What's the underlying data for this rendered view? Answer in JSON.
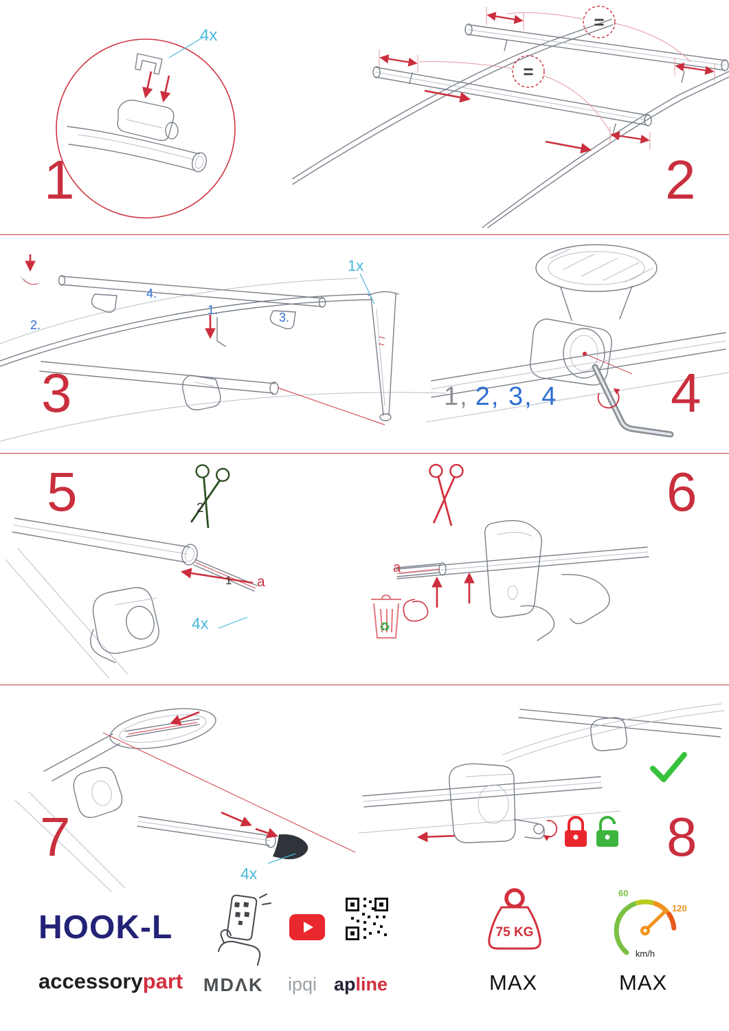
{
  "steps": {
    "s1": {
      "number": "1",
      "qty": "4x"
    },
    "s2": {
      "number": "2",
      "eq1": "=",
      "eq2": "="
    },
    "s3": {
      "number": "3",
      "qty": "1x",
      "sub1": "1.",
      "sub2": "2.",
      "sub3": "3.",
      "sub4": "4."
    },
    "s4": {
      "number": "4",
      "seq_first": "1,",
      "seq_rest": "2, 3, 4"
    },
    "s5": {
      "number": "5",
      "cut_label": "2",
      "strip_label": "1",
      "a_label": "a",
      "qty": "4x"
    },
    "s6": {
      "number": "6",
      "a_label": "a"
    },
    "s7": {
      "number": "7",
      "qty": "4x"
    },
    "s8": {
      "number": "8"
    }
  },
  "footer": {
    "product_name": "HOOK-L",
    "brand_prefix": "accessory",
    "brand_suffix": "part",
    "partner_1": "MDΛK",
    "partner_2": "ipqi",
    "partner_3_prefix": "ap",
    "partner_3_suffix": "line",
    "weight_value": "75 KG",
    "weight_max": "MAX",
    "speed_low": "60",
    "speed_high": "120",
    "speed_unit": "km/h",
    "speed_max": "MAX"
  },
  "icons": {
    "recycle": "♻"
  },
  "colors": {
    "step_red": "#c92f3d",
    "label_blue_light": "#49b8dc",
    "label_blue": "#2e6fd0",
    "brand_navy": "#232276",
    "green": "#38c23c",
    "orange": "#f0931f",
    "gray_line": "#79808a"
  }
}
